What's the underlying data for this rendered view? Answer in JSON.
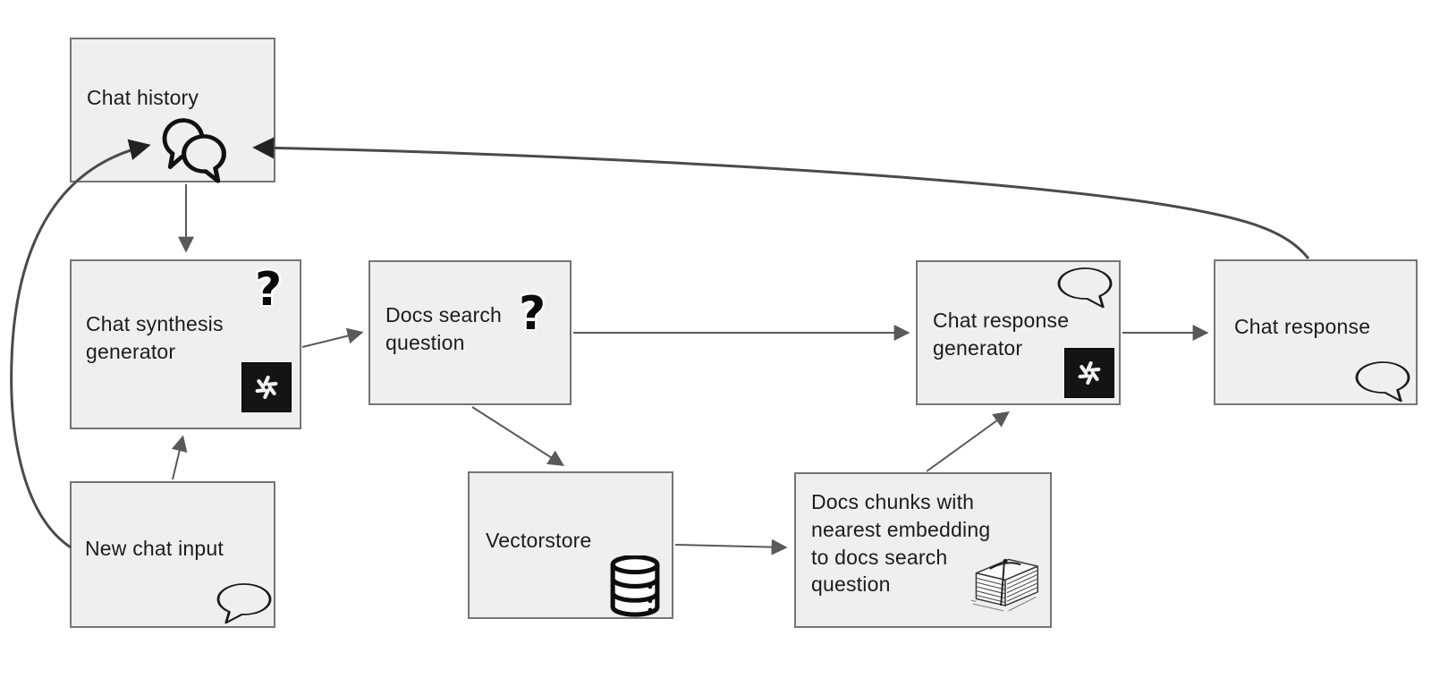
{
  "diagram": {
    "background": "#ffffff",
    "node_fill": "#efefef",
    "node_border": "#757575",
    "arrow_color": "#595959",
    "curve_color": "#4a4a4a",
    "text_color": "#1c1c1c"
  },
  "nodes": [
    {
      "id": "chat-history",
      "label": "Chat history",
      "icons": [
        "chat-bubbles-icon"
      ]
    },
    {
      "id": "chat-synthesis-generator",
      "label": "Chat synthesis generator",
      "icons": [
        "question-mark-icon",
        "openai-logo-icon"
      ]
    },
    {
      "id": "docs-search-question",
      "label": "Docs search question",
      "icons": [
        "question-mark-icon"
      ]
    },
    {
      "id": "new-chat-input",
      "label": "New chat input",
      "icons": [
        "speech-bubble-icon"
      ]
    },
    {
      "id": "vectorstore",
      "label": "Vectorstore",
      "icons": [
        "database-icon"
      ]
    },
    {
      "id": "docs-chunks",
      "label": "Docs chunks with nearest embedding to docs search question",
      "icons": [
        "paper-stack-icon"
      ]
    },
    {
      "id": "chat-response-generator",
      "label": "Chat response generator",
      "icons": [
        "speech-bubble-icon",
        "openai-logo-icon"
      ]
    },
    {
      "id": "chat-response",
      "label": "Chat response",
      "icons": [
        "speech-bubble-icon"
      ]
    }
  ],
  "icon_glyphs": {
    "question-mark-icon": "?"
  },
  "edges": [
    {
      "from": "chat-history",
      "to": "chat-synthesis-generator"
    },
    {
      "from": "new-chat-input",
      "to": "chat-synthesis-generator"
    },
    {
      "from": "chat-synthesis-generator",
      "to": "docs-search-question"
    },
    {
      "from": "docs-search-question",
      "to": "vectorstore"
    },
    {
      "from": "docs-search-question",
      "to": "chat-response-generator"
    },
    {
      "from": "vectorstore",
      "to": "docs-chunks"
    },
    {
      "from": "docs-chunks",
      "to": "chat-response-generator"
    },
    {
      "from": "chat-response-generator",
      "to": "chat-response"
    },
    {
      "from": "chat-response",
      "to": "chat-history"
    },
    {
      "from": "new-chat-input",
      "to": "chat-history"
    }
  ]
}
